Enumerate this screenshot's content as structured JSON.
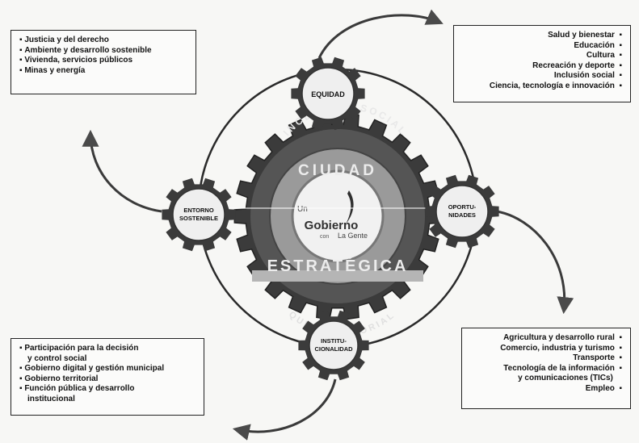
{
  "center": {
    "top_arc": "INCLUSIÓN SOCIAL",
    "line1": "CIUDAD",
    "line2": "ESTRATÉGICA",
    "bottom_arc": "QUE TERRITORIAL",
    "logo": {
      "small_top": "Un",
      "main": "Gobierno",
      "small_mid": "con",
      "small_bottom": "La Gente"
    }
  },
  "gears": {
    "top": [
      "EQUIDAD"
    ],
    "right": [
      "OPORTU-",
      "NIDADES"
    ],
    "bottom": [
      "INSTITU-",
      "CIONALIDAD"
    ],
    "left": [
      "ENTORNO",
      "SOSTENIBLE"
    ]
  },
  "boxes": {
    "top_left": [
      "Justicia y del derecho",
      "Ambiente y desarrollo sostenible",
      "Vivienda, servicios públicos",
      "Minas y energía"
    ],
    "top_right": [
      "Salud y bienestar",
      "Educación",
      "Cultura",
      "Recreación y deporte",
      "Inclusión social",
      "Ciencia, tecnología e innovación"
    ],
    "bottom_left": [
      "Participación para la decisión",
      "y control social",
      "Gobierno digital y gestión municipal",
      "Gobierno territorial",
      "Función pública y desarrollo",
      "institucional"
    ],
    "bottom_right": [
      "Agricultura y desarrollo rural",
      "Comercio, industria y turismo",
      "Transporte",
      "Tecnología de la información",
      "y comunicaciones (TICs)",
      "Empleo"
    ]
  },
  "colors": {
    "gear_dark": "#3b3b3b",
    "gear_mid": "#8a8a8a",
    "gear_light": "#c9c9c9",
    "line": "#2a2a2a",
    "logo_green": "#2f2f2f"
  }
}
